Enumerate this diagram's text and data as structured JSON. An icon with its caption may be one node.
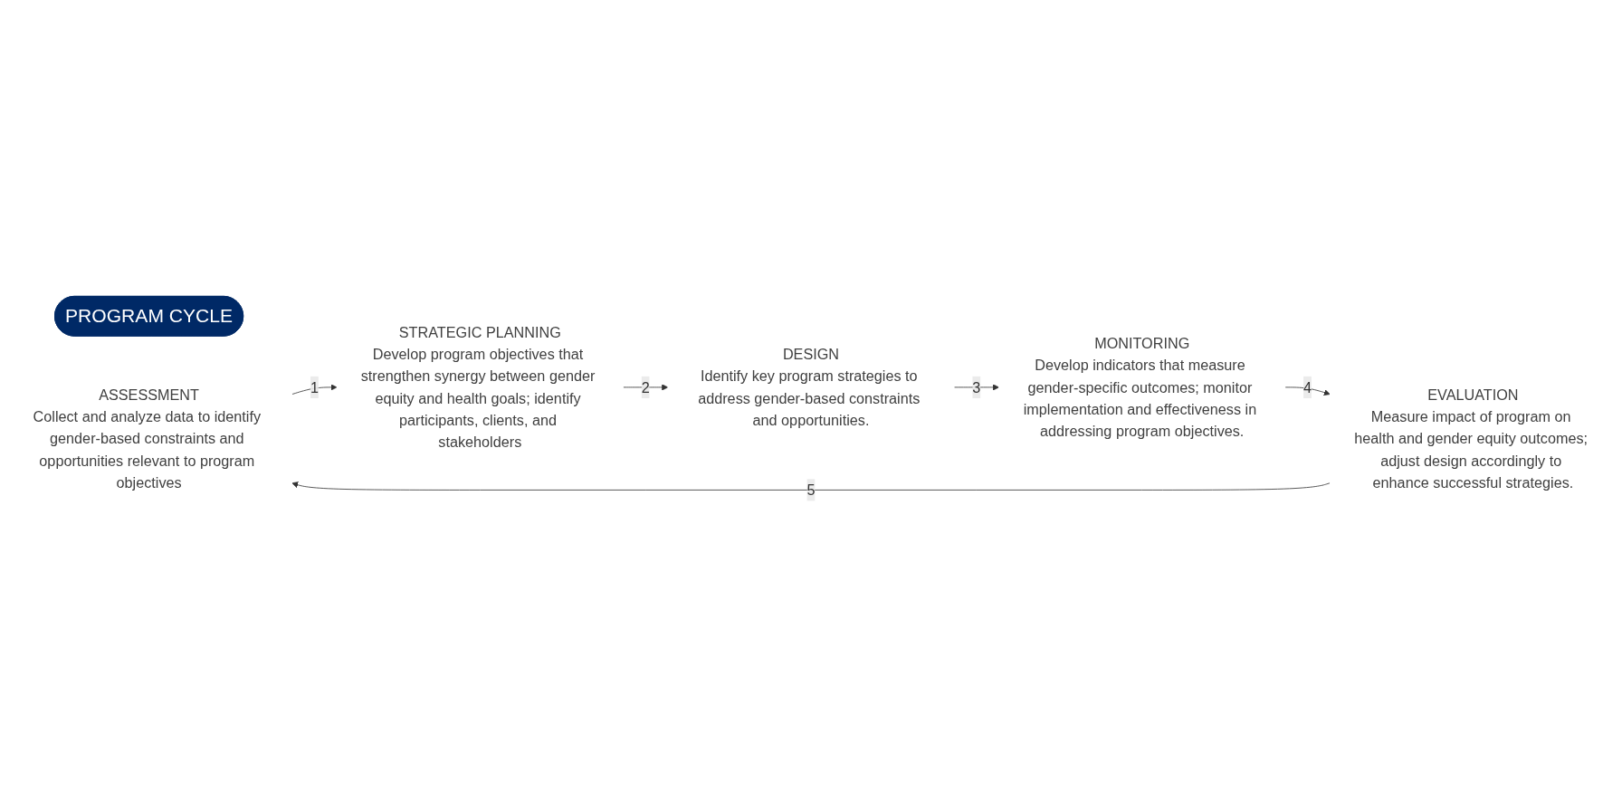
{
  "diagram": {
    "nodes": [
      {
        "text": [
          "PROGRAM CYCLE"
        ]
      },
      {
        "text": [
          "ASSESSMENT",
          "Collect and analyze data to identify gender-based constraints and opportunities relevant to program objectives"
        ]
      },
      {
        "text": [
          "STRATEGIC PLANNING",
          "Develop program objectives that strengthen synergy between gender equity and health goals; identify participants, clients, and stakeholders"
        ]
      },
      {
        "text": [
          "DESIGN",
          "Identify key program strategies to address gender-based constraints and opportunities."
        ]
      },
      {
        "text": [
          "MONITORING",
          "Develop indicators that measure gender-specific outcomes; monitor implementation and effectiveness in addressing program objectives."
        ]
      },
      {
        "text": [
          "EVALUATION",
          "Measure impact of program on health and gender equity outcomes; adjust design accordingly to enhance successful strategies."
        ]
      }
    ],
    "edges": [
      {
        "from": 1,
        "to": 2,
        "arrow": "to",
        "label": "1"
      },
      {
        "from": 2,
        "to": 3,
        "arrow": "to",
        "label": "2"
      },
      {
        "from": 3,
        "to": 4,
        "arrow": "to",
        "label": "3"
      },
      {
        "from": 4,
        "to": 5,
        "arrow": "to",
        "label": "4"
      },
      {
        "from": 5,
        "to": 1,
        "arrow": "to",
        "label": "5"
      }
    ]
  }
}
